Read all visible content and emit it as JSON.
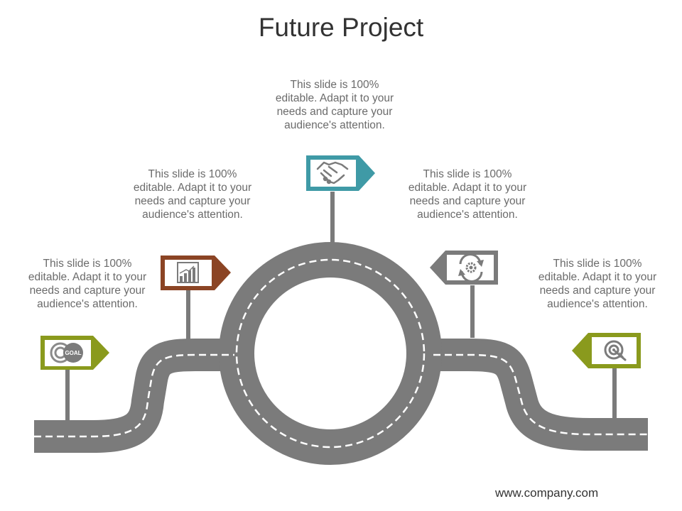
{
  "title": "Future Project",
  "footer": "www.company.com",
  "colors": {
    "road": "#7b7b7b",
    "green": "#8a9a1d",
    "brown": "#8b4424",
    "teal": "#3f9aa6",
    "gray": "#7b7b7b"
  },
  "steps": [
    {
      "text": "This slide is 100% editable. Adapt it to your needs and capture your audience's attention.",
      "icon": "goal-icon"
    },
    {
      "text": "This slide is 100% editable. Adapt it to your needs and capture your audience's attention.",
      "icon": "bar-chart-icon"
    },
    {
      "text": "This slide is 100% editable. Adapt it to your needs and capture your audience's attention.",
      "icon": "handshake-icon"
    },
    {
      "text": "This slide is 100% editable. Adapt it to your needs and capture your audience's attention.",
      "icon": "gear-refresh-icon"
    },
    {
      "text": "This slide is 100% editable. Adapt it to your needs and capture your audience's attention.",
      "icon": "target-icon"
    }
  ],
  "goal_badge": "GOAL"
}
